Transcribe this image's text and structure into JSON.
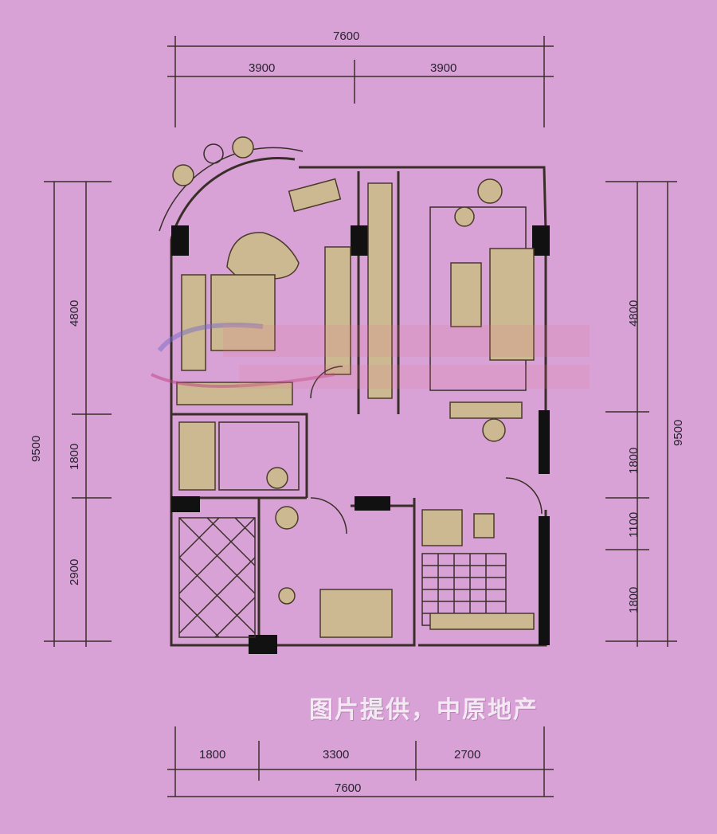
{
  "dimensions": {
    "top_total": "7600",
    "top_segments": [
      "3900",
      "3900"
    ],
    "left_total": "9500",
    "left_segments": [
      "4800",
      "1800",
      "2900"
    ],
    "right_total": "9500",
    "right_segments": [
      "4800",
      "1800",
      "1100",
      "1800"
    ],
    "bottom_segments": [
      "1800",
      "3300",
      "2700"
    ],
    "bottom_total": "7600"
  },
  "credit": "图片提供，中原地产",
  "colors": {
    "background": "#d8a2d6",
    "lines": "#3a2e28",
    "furniture": "#cdb991"
  }
}
